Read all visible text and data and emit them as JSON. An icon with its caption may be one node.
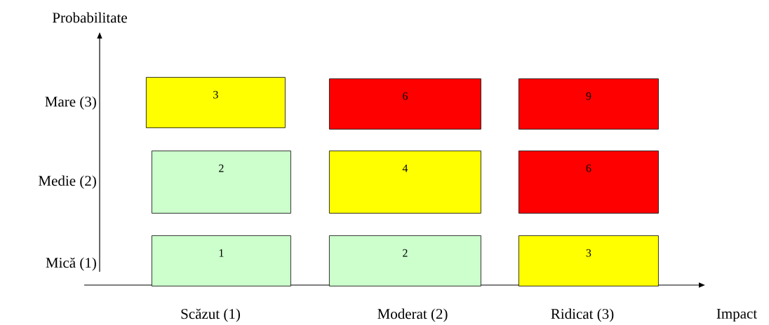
{
  "diagram": {
    "nodes": [
      {
        "text": [
          "3"
        ]
      },
      {
        "text": [
          "6"
        ]
      },
      {
        "text": [
          "9"
        ]
      },
      {
        "text": [
          "2"
        ]
      },
      {
        "text": [
          "4"
        ]
      },
      {
        "text": [
          "6"
        ]
      },
      {
        "text": [
          "1"
        ]
      },
      {
        "text": [
          "2"
        ]
      },
      {
        "text": [
          "3"
        ]
      }
    ],
    "labels": [
      "Probabilitate",
      "Mare (3)",
      "Medie (2)",
      "Mică (1)",
      "Scăzut (1)",
      "Moderat (2)",
      "Ridicat (3)",
      "Impact"
    ]
  }
}
